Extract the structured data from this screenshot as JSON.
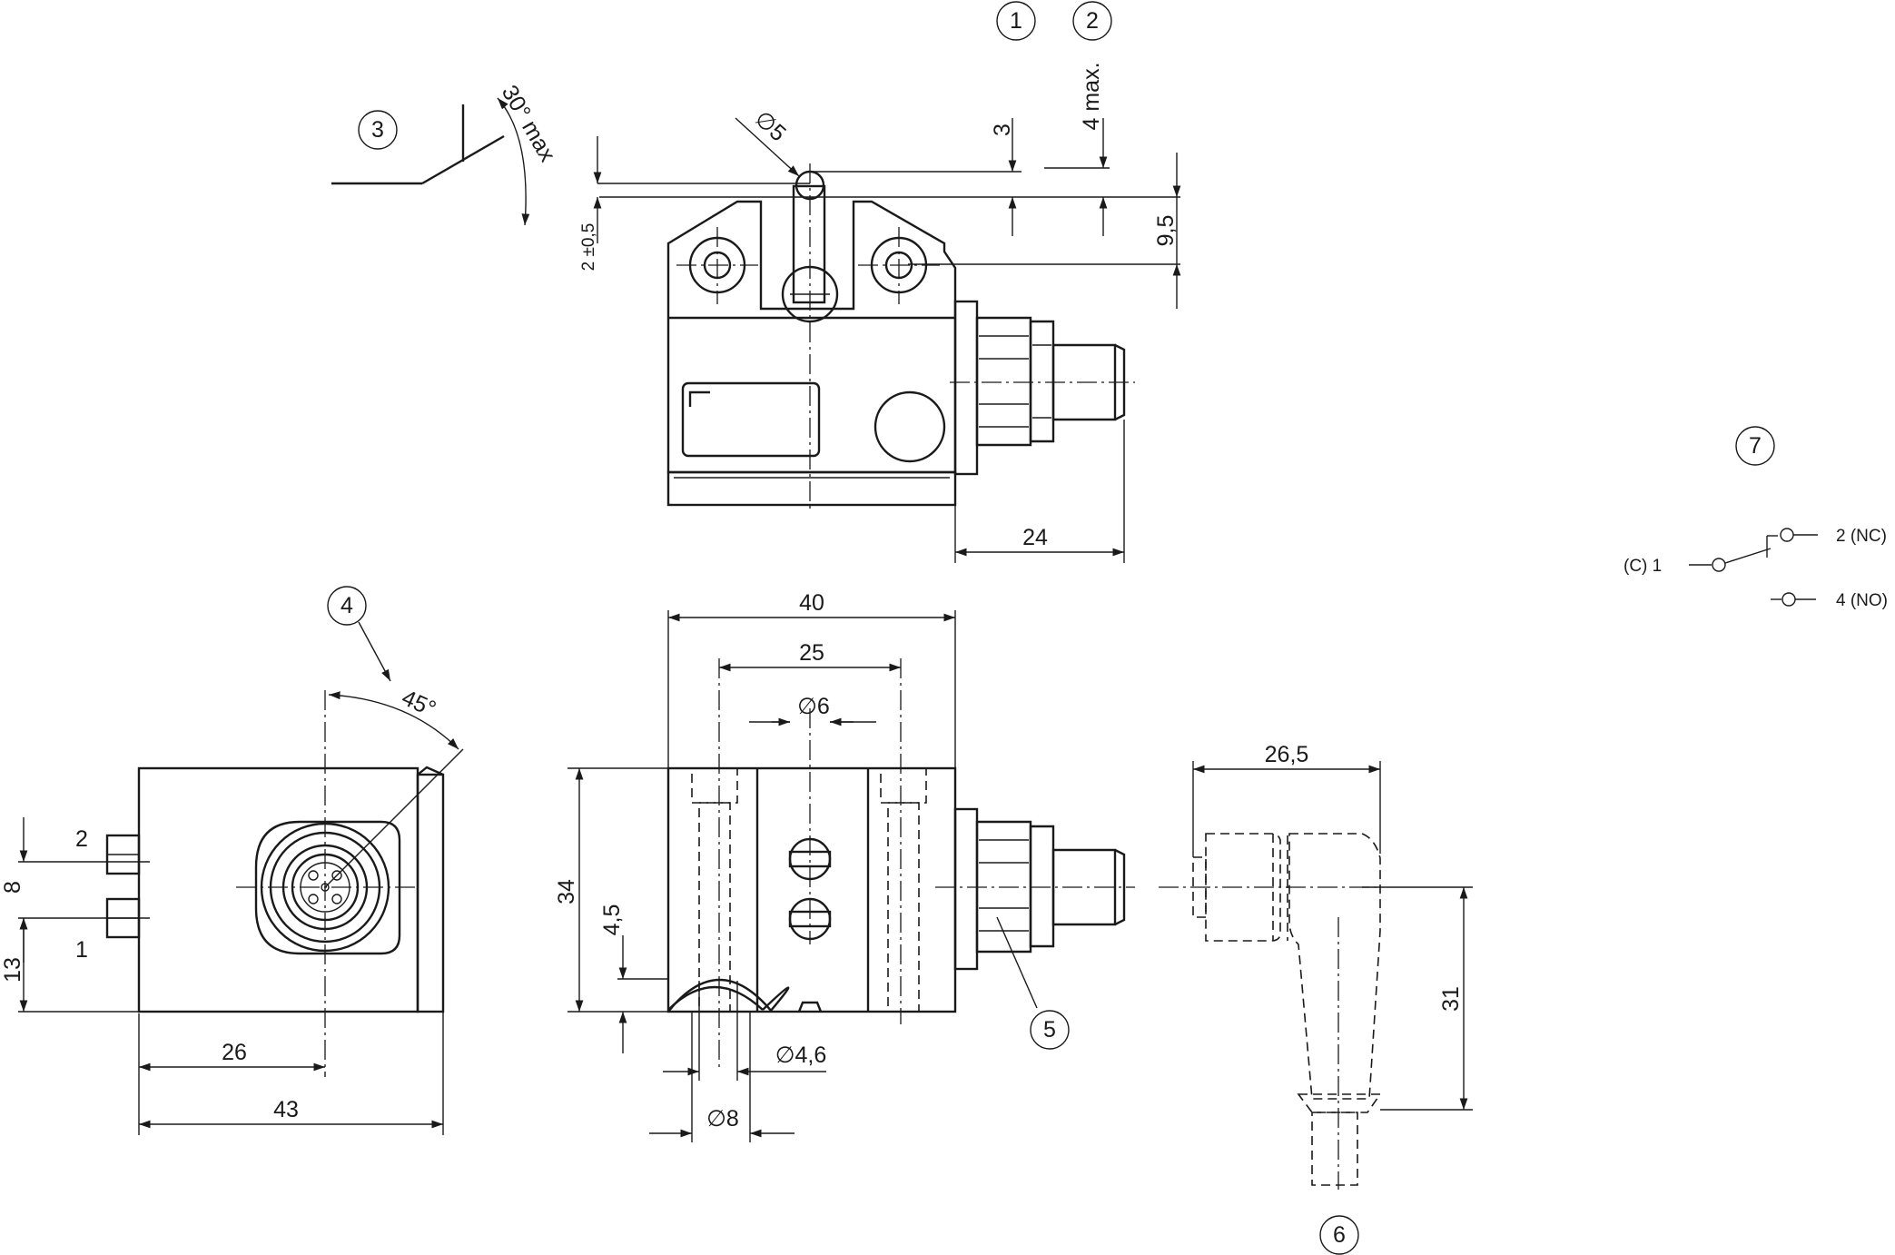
{
  "callouts": {
    "c1": "1",
    "c2": "2",
    "c3": "3",
    "c4": "4",
    "c5": "5",
    "c6": "6",
    "c7": "7"
  },
  "dimensions": {
    "d3": "3",
    "d4max": "4 max.",
    "d9_5": "9,5",
    "d2tol": "2 ±0,5",
    "dia5": "∅5",
    "angle30": "30° max",
    "d24": "24",
    "angle45": "45°",
    "d8": "8",
    "d13": "13",
    "d26": "26",
    "d43": "43",
    "d40": "40",
    "d25": "25",
    "dia6": "∅6",
    "d34": "34",
    "d4_5": "4,5",
    "dia4_6": "∅4,6",
    "dia8": "∅8",
    "d26_5": "26,5",
    "d31": "31"
  },
  "front_view": {
    "pos2": "2",
    "pos1": "1"
  },
  "wiring": {
    "t1": "(C)  1",
    "t2": "2  (NC)",
    "t4": "4  (NO)"
  }
}
